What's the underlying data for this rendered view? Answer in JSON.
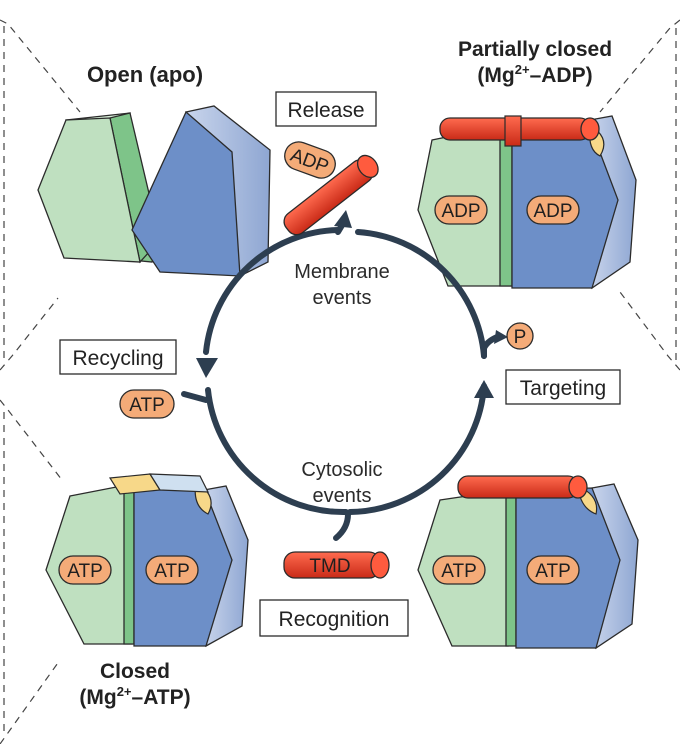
{
  "states": {
    "open": {
      "title": "Open (apo)"
    },
    "partially_closed": {
      "title_line1": "Partially closed",
      "title_line2_pre": "(Mg",
      "title_line2_sup": "2+",
      "title_line2_post": "–ADP)"
    },
    "closed": {
      "title_line1": "Closed",
      "title_line2_pre": "(Mg",
      "title_line2_sup": "2+",
      "title_line2_post": "–ATP)"
    }
  },
  "steps": {
    "release": "Release",
    "targeting": "Targeting",
    "recycling": "Recycling",
    "recognition": "Recognition"
  },
  "center": {
    "top_line1": "Membrane",
    "top_line2": "events",
    "bottom_line1": "Cytosolic",
    "bottom_line2": "events"
  },
  "molecules": {
    "adp": "ADP",
    "atp": "ATP",
    "phosphate": "P",
    "tmd": "TMD"
  },
  "colors": {
    "green_face": "#bfe0c0",
    "green_edge": "#7ec489",
    "blue_face": "#6d8fc8",
    "blue_side": "#c7d3ea",
    "cycle": "#2d3e50",
    "red": "#e5452e",
    "orange_pill": "#f4ab78",
    "yellow_pocket": "#f7d889"
  }
}
